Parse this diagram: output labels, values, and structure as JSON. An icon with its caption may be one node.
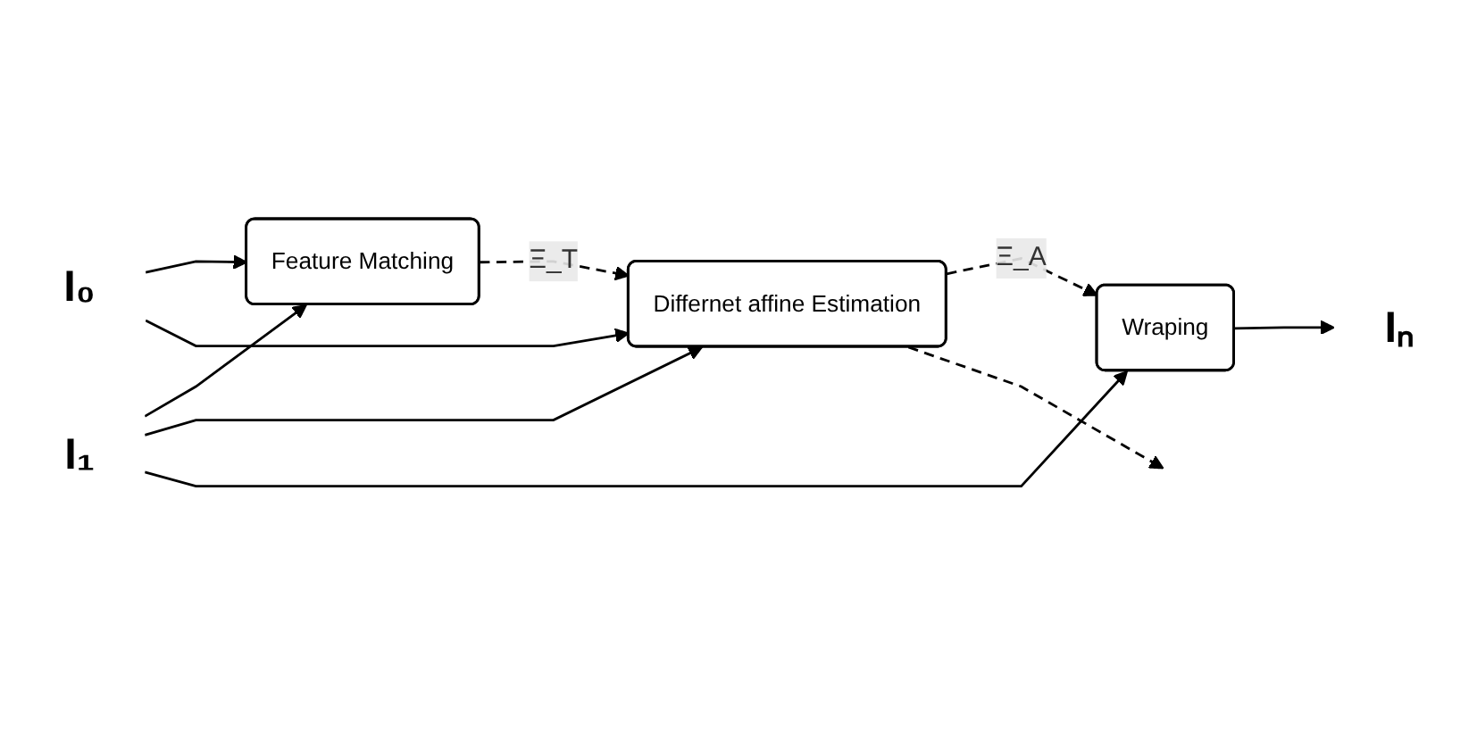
{
  "diagram": {
    "nodes": [
      {
        "text": [
          "I₀"
        ]
      },
      {
        "text": [
          "I₁"
        ]
      },
      {
        "text": [
          "Feature Matching"
        ]
      },
      {
        "text": [
          "Differnet affine Estimation"
        ]
      },
      {
        "text": [
          "Wraping"
        ]
      },
      {
        "text": [
          "Iₙ"
        ]
      }
    ],
    "edges": [
      {
        "from": 0,
        "to": 2,
        "arrow": "to"
      },
      {
        "from": 1,
        "to": 2,
        "arrow": "to"
      },
      {
        "from": 0,
        "to": 3,
        "arrow": "to"
      },
      {
        "from": 1,
        "to": 3,
        "arrow": "to"
      },
      {
        "from": 1,
        "to": 4,
        "arrow": "to"
      },
      {
        "from": 2,
        "to": 3,
        "arrow": "to",
        "style": "dashed",
        "label": "Ξ_T"
      },
      {
        "from": 3,
        "to": 4,
        "arrow": "to",
        "style": "dashed",
        "label": "Ξ_A"
      },
      {
        "from": 3,
        "to": null,
        "arrow": "to",
        "style": "dashed"
      },
      {
        "from": 4,
        "to": 5,
        "arrow": "to"
      }
    ]
  }
}
